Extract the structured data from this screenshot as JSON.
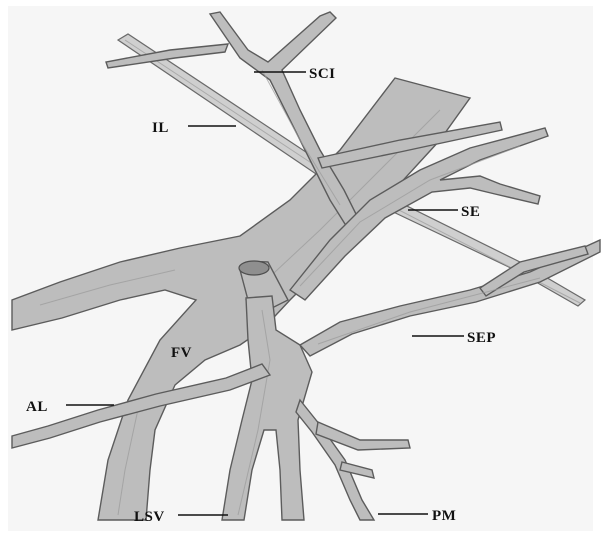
{
  "figure": {
    "background": "#ffffff",
    "vessel_fill": "#bdbdbd",
    "vessel_stroke": "#5c5c5c",
    "labels": {
      "sci": "SCI",
      "il": "IL",
      "se": "SE",
      "sep": "SEP",
      "fv": "FV",
      "al": "AL",
      "lsv": "LSV",
      "pm": "PM"
    }
  }
}
